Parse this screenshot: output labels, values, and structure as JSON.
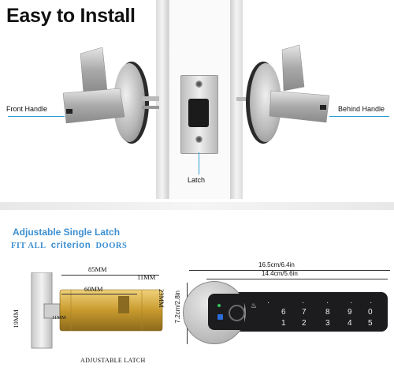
{
  "title": "Easy to Install",
  "top": {
    "front_handle_label": "Front Handle",
    "behind_handle_label": "Behind Handle",
    "latch_label": "Latch"
  },
  "latch_section": {
    "heading": "Adjustable Single Latch",
    "fit_all": "FIT ALL",
    "criterion": "criterion",
    "doors": "DOORS",
    "dim_85": "85MM",
    "dim_60": "60MM",
    "dim_11_top": "11MM",
    "dim_23": "23MM",
    "dim_19": "19MM",
    "dim_11_small": "11MM",
    "adjustable_latch": "ADJUSTABLE LATCH"
  },
  "lock_section": {
    "dim_length_outer": "16.5cm/6.4in",
    "dim_length_inner": "14.4cm/5.6in",
    "dim_height": "7.2cm/2.8in",
    "keys_top": [
      "6",
      "7",
      "8",
      "9",
      "0"
    ],
    "keys_bottom": [
      "1",
      "2",
      "3",
      "4",
      "5"
    ],
    "keys_top_display": [
      "6",
      "7",
      "8",
      "9",
      "0"
    ],
    "keys_row_upper": [
      "",
      "",
      "",
      "",
      ""
    ]
  },
  "colors": {
    "accent": "#3d8fd1",
    "arrow": "#2a9fd6"
  }
}
